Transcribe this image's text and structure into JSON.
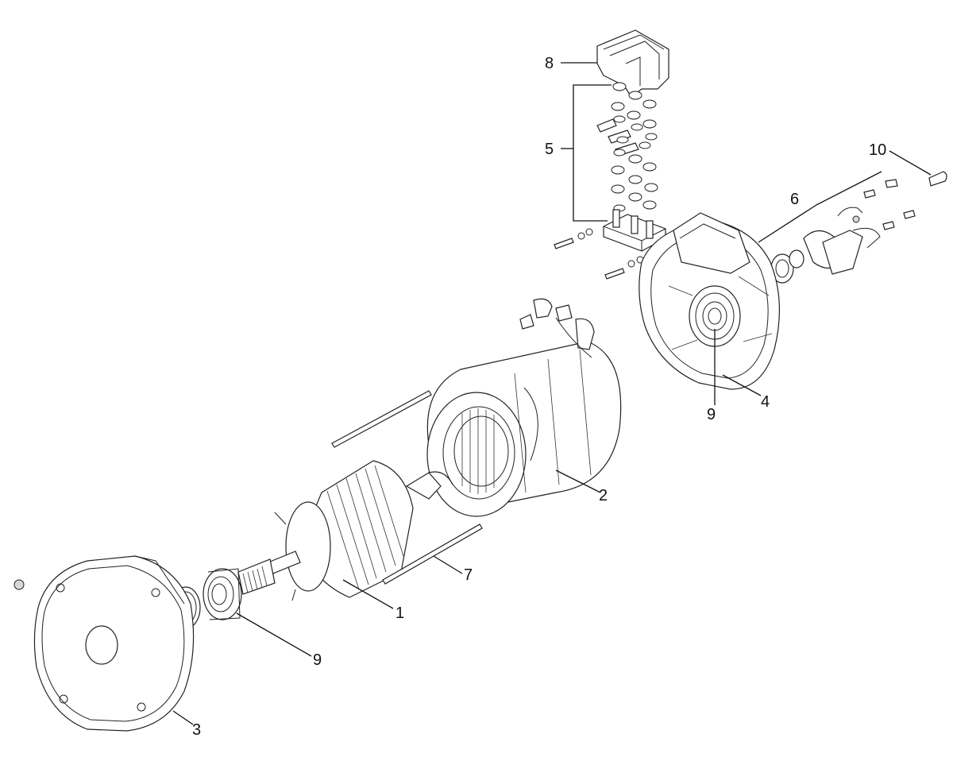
{
  "diagram": {
    "callouts": [
      {
        "id": "1",
        "text": "1"
      },
      {
        "id": "2",
        "text": "2"
      },
      {
        "id": "3",
        "text": "3"
      },
      {
        "id": "4",
        "text": "4"
      },
      {
        "id": "5",
        "text": "5"
      },
      {
        "id": "6",
        "text": "6"
      },
      {
        "id": "7",
        "text": "7"
      },
      {
        "id": "8",
        "text": "8"
      },
      {
        "id": "9a",
        "text": "9"
      },
      {
        "id": "9b",
        "text": "9"
      },
      {
        "id": "10",
        "text": "10"
      }
    ]
  }
}
